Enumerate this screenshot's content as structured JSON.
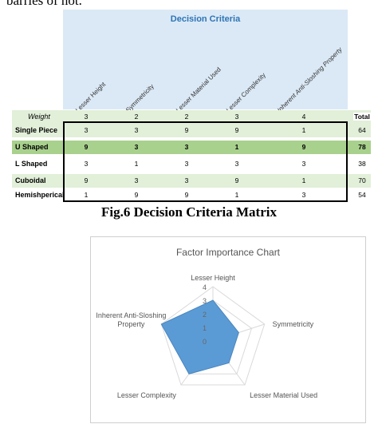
{
  "top_text": "barries of not.",
  "matrix": {
    "title": "Decision Criteria",
    "criteria": [
      "Lesser Height",
      "Symmetricity",
      "Lesser Material Used",
      "Lesser Complexity",
      "Inherent Anti-Sloshing Property"
    ],
    "weight_label": "Weight",
    "weights": [
      "3",
      "2",
      "2",
      "3",
      "4"
    ],
    "total_label": "Total",
    "rows": [
      {
        "name": "Single Piece",
        "scores": [
          "3",
          "3",
          "9",
          "9",
          "1"
        ],
        "total": "64"
      },
      {
        "name": "U Shaped",
        "scores": [
          "9",
          "3",
          "3",
          "1",
          "9"
        ],
        "total": "78"
      },
      {
        "name": "L Shaped",
        "scores": [
          "3",
          "1",
          "3",
          "3",
          "3"
        ],
        "total": "38"
      },
      {
        "name": "Cuboidal",
        "scores": [
          "9",
          "3",
          "3",
          "9",
          "1"
        ],
        "total": "70"
      },
      {
        "name": "Hemishperical",
        "scores": [
          "1",
          "9",
          "9",
          "1",
          "3"
        ],
        "total": "54"
      }
    ],
    "colors": {
      "header_bg": "#dbe9f6",
      "title": "#2e74b5",
      "light_green": "#e2efd9",
      "dark_green": "#a9d18e",
      "weight_bg": "#e2efd9"
    }
  },
  "caption": "Fig.6 Decision Criteria Matrix",
  "chart_data": {
    "type": "radar",
    "title": "Factor Importance Chart",
    "categories": [
      "Lesser Height",
      "Symmetricity",
      "Lesser Material Used",
      "Lesser Complexity",
      "Inherent Anti-Sloshing Property"
    ],
    "series": [
      {
        "values": [
          3,
          2,
          2,
          3,
          4
        ]
      }
    ],
    "rlim": [
      0,
      4
    ],
    "ticks": [
      "0",
      "1",
      "2",
      "3",
      "4"
    ],
    "fill_color": "#5b9bd5",
    "stroke_color": "#4a86c0"
  }
}
